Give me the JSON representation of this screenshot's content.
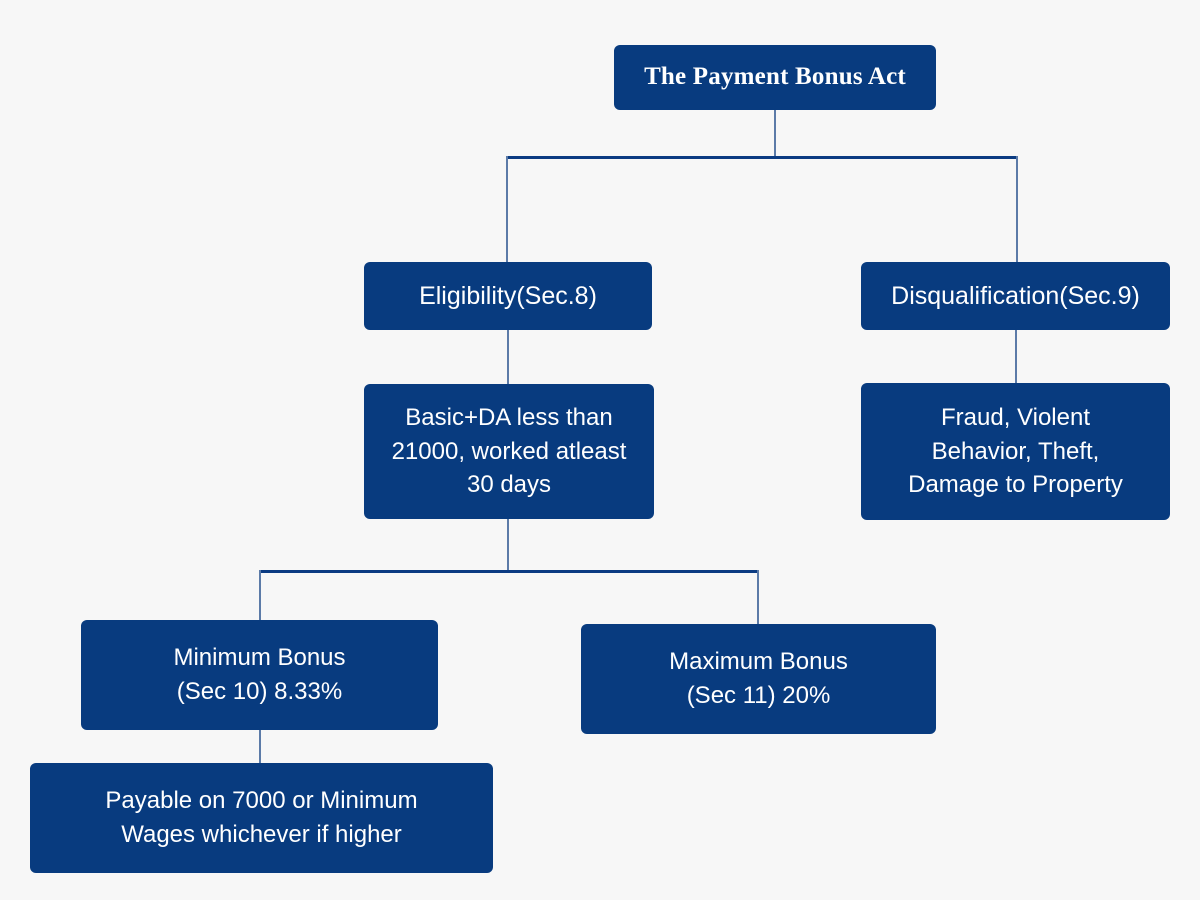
{
  "diagram": {
    "background_color": "#f7f7f7",
    "node_color": "#083b7f",
    "node_text_color": "#ffffff",
    "connector_color_horizontal": "#0b3b82",
    "connector_color_vertical": "#5c7ba8",
    "title": "The Payment Bonus Act",
    "nodes": {
      "root": {
        "label": "The Payment Bonus Act"
      },
      "eligibility": {
        "label": "Eligibility(Sec.8)"
      },
      "disqualification": {
        "label": "Disqualification(Sec.9)"
      },
      "eligibility_criteria": {
        "label": "Basic+DA less than\n21000, worked atleast\n30 days"
      },
      "disqualification_reasons": {
        "label": "Fraud, Violent\nBehavior, Theft,\nDamage to Property"
      },
      "minimum_bonus": {
        "label": "Minimum Bonus\n(Sec 10) 8.33%"
      },
      "maximum_bonus": {
        "label": "Maximum Bonus\n(Sec 11) 20%"
      },
      "payable_basis": {
        "label": "Payable on 7000 or Minimum\nWages whichever if higher"
      }
    },
    "edges": [
      {
        "from": "root",
        "to": "eligibility"
      },
      {
        "from": "root",
        "to": "disqualification"
      },
      {
        "from": "eligibility",
        "to": "eligibility_criteria"
      },
      {
        "from": "disqualification",
        "to": "disqualification_reasons"
      },
      {
        "from": "eligibility_criteria",
        "to": "minimum_bonus"
      },
      {
        "from": "eligibility_criteria",
        "to": "maximum_bonus"
      },
      {
        "from": "minimum_bonus",
        "to": "payable_basis"
      }
    ]
  }
}
